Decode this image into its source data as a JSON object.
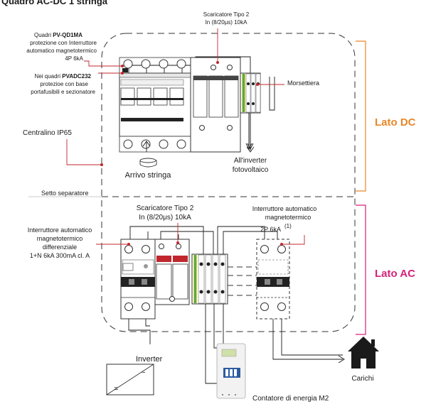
{
  "title": "Quadro AC-DC 1 stringa",
  "dc": {
    "side_label": "Lato DC",
    "surge_label_1": "Scaricatore Tipo 2",
    "surge_label_2": "In (8/20μs) 10kA",
    "quadri_1a": "Quadri ",
    "quadri_1b": "PV-QD1MA",
    "quadri_2": "protezione con Interruttore",
    "quadri_3": "automatico magnetotermico",
    "quadri_4": "4P 6kA",
    "pvadc_1a": "Nei quadri ",
    "pvadc_1b": "PVADC232",
    "pvadc_2": "protezioe con base",
    "pvadc_3": "portafusibili e sezionatore",
    "terminal_label": "Morsettiera",
    "enclosure_label": "Centralino IP65",
    "string_input": "Arrivo stringa",
    "inverter_out_1": "All'inverter",
    "inverter_out_2": "fotovoltaico"
  },
  "separator_label": "Setto separatore",
  "ac": {
    "side_label": "Lato AC",
    "surge_label_1": "Scaricatore Tipo 2",
    "surge_label_2": "In (8/20μs) 10kA",
    "rcbo_1": "Interruttore automatico",
    "rcbo_2": "magnetotermico",
    "rcbo_3": "differenziale",
    "rcbo_4": "1+N 6kA 300mA cl. A",
    "mcb_1": "Interruttore automatico",
    "mcb_2": "magnetotermico",
    "mcb_3": "2P 6kA",
    "mcb_note": "(1)",
    "inverter_label": "Inverter",
    "inverter_ac": "~",
    "inverter_dc": "=",
    "loads_label": "Carichi",
    "meter_label": "Contatore di energia M2"
  },
  "colors": {
    "dc_accent": "#e8872a",
    "ac_accent": "#d6217a",
    "leader_line": "#c0272d"
  }
}
